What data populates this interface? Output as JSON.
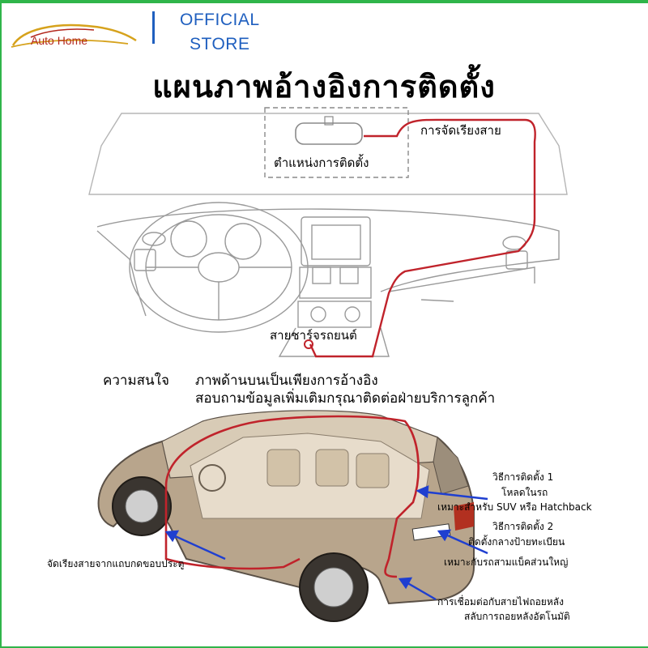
{
  "brand": {
    "name": "Auto Home",
    "store_line1": "OFFICIAL",
    "store_line2": "STORE"
  },
  "title": "แผนภาพอ้างอิงการติดตั้ง",
  "dashboard": {
    "cable_routing": "การจัดเรียงสาย",
    "mount_position": "ตำแหน่งการติดตั้ง",
    "charger_cable": "สายชาร์จรถยนต์"
  },
  "notice": {
    "label": "ความสนใจ",
    "line1": "ภาพด้านบนเป็นเพียงการอ้างอิง",
    "line2": "สอบถามข้อมูลเพิ่มเติมกรุณาติดต่อฝ่ายบริการลูกค้า"
  },
  "car": {
    "method1_title": "วิธีการติดตั้ง 1",
    "method1_sub": "โหลดในรถ",
    "method1_note": "เหมาะสำหรับ SUV หรือ Hatchback",
    "method2_title": "วิธีการติดตั้ง 2",
    "method2_sub": "ติดตั้งกลางป้ายทะเบียน",
    "method2_note": "เหมาะกับรถสามแบ็คส่วนใหญ่",
    "door_route": "จัดเรียงสายจากแถบกดขอบประตู",
    "reverse_line1": "การเชื่อมต่อกับสายไฟถอยหลัง",
    "reverse_line2": "สลับการถอยหลังอัตโนมัติ"
  },
  "colors": {
    "accent_green": "#2fb54a",
    "store_blue": "#1f5fbf",
    "route_red": "#c0232b",
    "arrow_blue": "#1f3fd0"
  }
}
